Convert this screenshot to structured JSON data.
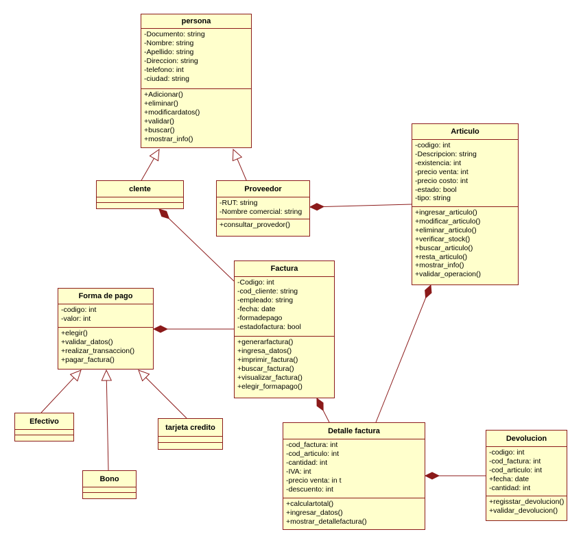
{
  "classes": [
    {
      "id": "persona",
      "name": "persona",
      "attributes": [
        "-Documento: string",
        "-Nombre: string",
        "-Apellido: string",
        "-Direccion: string",
        "-telefono: int",
        "-ciudad: string"
      ],
      "operations": [
        "+Adicionar()",
        "+eliminar()",
        "+modificardatos()",
        "+validar()",
        "+buscar()",
        "+mostrar_info()"
      ]
    },
    {
      "id": "clente",
      "name": "clente",
      "attributes": [],
      "operations": []
    },
    {
      "id": "proveedor",
      "name": "Proveedor",
      "attributes": [
        "-RUT: string",
        "-Nombre comercial: string"
      ],
      "operations": [
        "+consultar_provedor()"
      ]
    },
    {
      "id": "articulo",
      "name": "Articulo",
      "attributes": [
        "-codigo: int",
        "-Descripcion: string",
        "-existencia: int",
        "-precio venta: int",
        "-precio costo: int",
        "-estado: bool",
        "-tipo: string"
      ],
      "operations": [
        "+ingresar_articulo()",
        "+modificar_articulo()",
        "+eliminar_articulo()",
        "+verificar_stock()",
        "+buscar_articulo()",
        "+resta_articulo()",
        "+mostrar_info()",
        "+validar_operacion()"
      ]
    },
    {
      "id": "factura",
      "name": "Factura",
      "attributes": [
        "-Codigo: int",
        "-cod_cliente: string",
        "-empleado: string",
        "-fecha: date",
        "-formadepago",
        "-estadofactura: bool"
      ],
      "operations": [
        "+generarfactura()",
        "+ingresa_datos()",
        "+imprimir_factura()",
        "+buscar_factura()",
        "+visualizar_factura()",
        "+elegir_formapago()"
      ]
    },
    {
      "id": "forma_pago",
      "name": "Forma de pago",
      "attributes": [
        "-codigo: int",
        "-valor: int"
      ],
      "operations": [
        "+elegir()",
        "+validar_datos()",
        "+realizar_transaccion()",
        "+pagar_factura()"
      ]
    },
    {
      "id": "efectivo",
      "name": "Efectivo",
      "attributes": [],
      "operations": []
    },
    {
      "id": "bono",
      "name": "Bono",
      "attributes": [],
      "operations": []
    },
    {
      "id": "tarjeta",
      "name": "tarjeta credito",
      "attributes": [],
      "operations": []
    },
    {
      "id": "detalle",
      "name": "Detalle factura",
      "attributes": [
        "-cod_factura: int",
        "-cod_articulo: int",
        "-cantidad: int",
        "-IVA: int",
        "-precio venta: in t",
        "-descuento: int"
      ],
      "operations": [
        "+calculartotal()",
        "+ingresar_datos()",
        "+mostrar_detallefactura()"
      ]
    },
    {
      "id": "devolucion",
      "name": "Devolucion",
      "attributes": [
        "-codigo: int",
        "-cod_factura: int",
        "-cod_articulo: int",
        "+fecha: date",
        "-cantidad: int"
      ],
      "operations": [
        "+regisstar_devolucion()",
        "+validar_devolucion()"
      ]
    }
  ],
  "relationships": [
    {
      "type": "generalization",
      "from": "clente",
      "to": "persona"
    },
    {
      "type": "generalization",
      "from": "proveedor",
      "to": "persona"
    },
    {
      "type": "composition",
      "whole": "proveedor",
      "part": "articulo"
    },
    {
      "type": "composition",
      "whole": "clente",
      "part": "factura"
    },
    {
      "type": "composition",
      "whole": "forma_pago",
      "part": "factura"
    },
    {
      "type": "generalization",
      "from": "efectivo",
      "to": "forma_pago"
    },
    {
      "type": "generalization",
      "from": "bono",
      "to": "forma_pago"
    },
    {
      "type": "generalization",
      "from": "tarjeta",
      "to": "forma_pago"
    },
    {
      "type": "composition",
      "whole": "factura",
      "part": "detalle"
    },
    {
      "type": "composition",
      "whole": "articulo",
      "part": "detalle"
    },
    {
      "type": "composition",
      "whole": "detalle",
      "part": "devolucion"
    }
  ],
  "colors": {
    "fill": "#ffffcc",
    "border": "#8b1a1a",
    "line": "#8b1a1a",
    "text": "#000000"
  }
}
